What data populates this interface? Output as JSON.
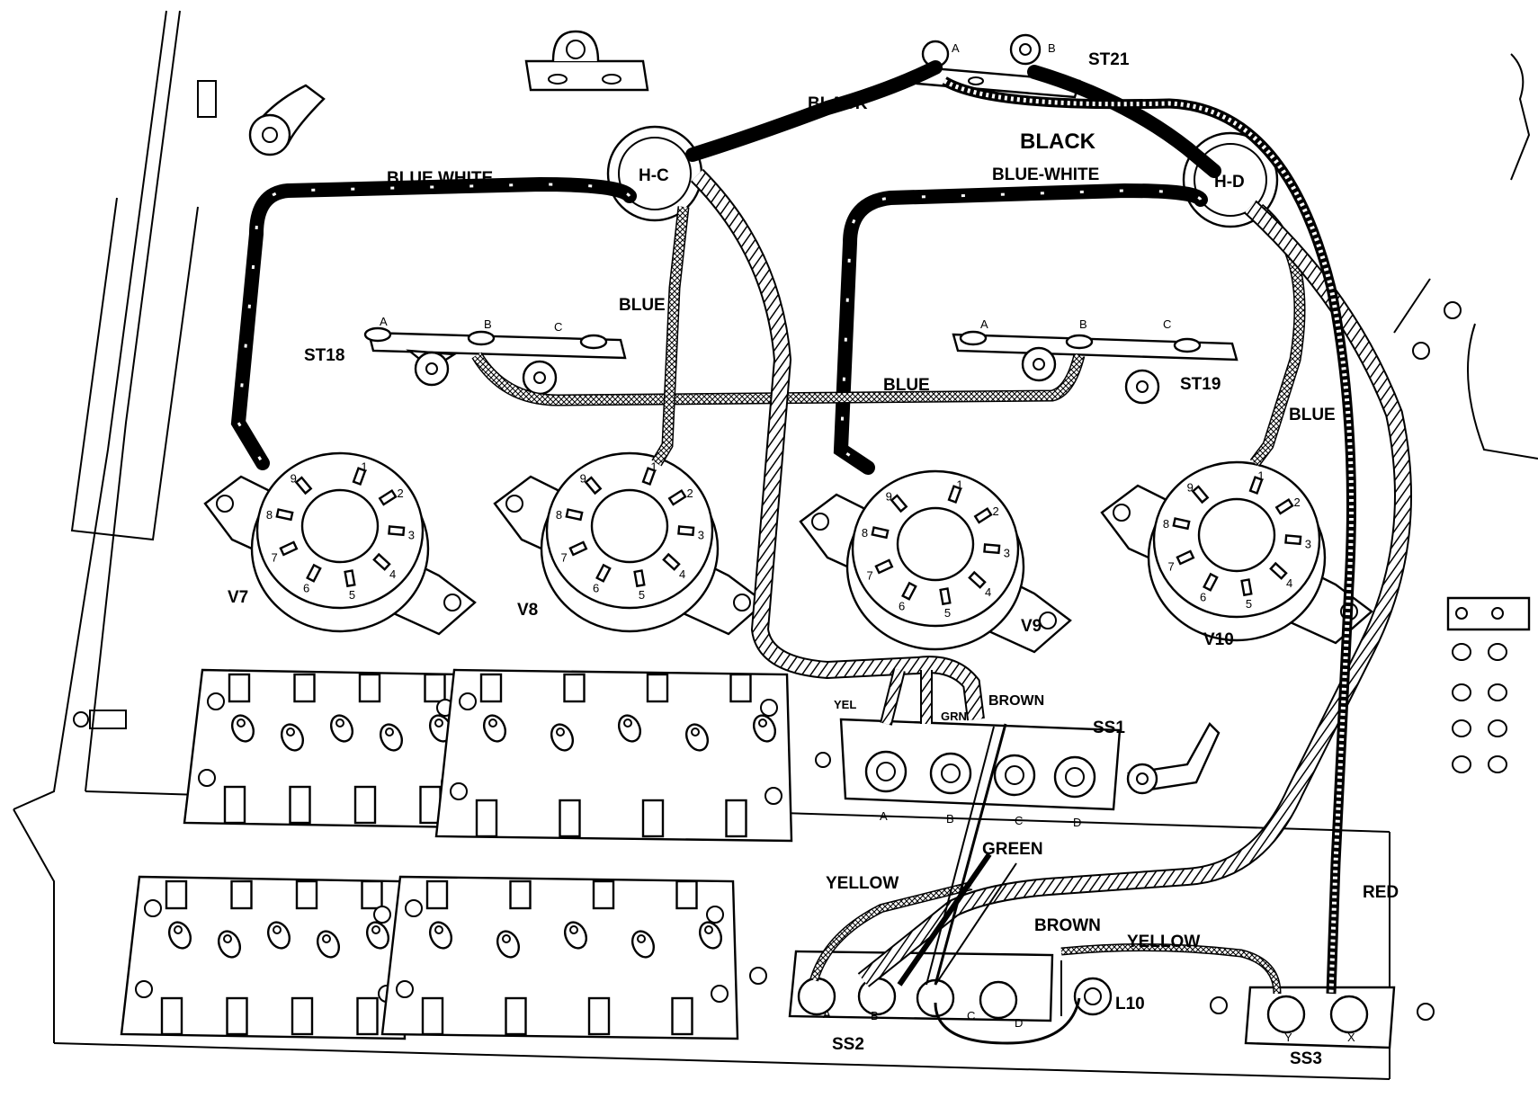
{
  "chart_data": null,
  "diagram": {
    "tube_sockets": [
      {
        "id": "V7",
        "pins": [
          "1",
          "2",
          "3",
          "4",
          "5",
          "6",
          "7",
          "8",
          "9"
        ]
      },
      {
        "id": "V8",
        "pins": [
          "1",
          "2",
          "3",
          "4",
          "5",
          "6",
          "7",
          "8",
          "9"
        ]
      },
      {
        "id": "V9",
        "pins": [
          "1",
          "2",
          "3",
          "4",
          "5",
          "6",
          "7",
          "8",
          "9"
        ]
      },
      {
        "id": "V10",
        "pins": [
          "1",
          "2",
          "3",
          "4",
          "5",
          "6",
          "7",
          "8",
          "9"
        ]
      }
    ],
    "terminal_strips": {
      "st18": {
        "name": "ST18",
        "lugs": [
          "A",
          "B",
          "C"
        ]
      },
      "st19": {
        "name": "ST19",
        "lugs": [
          "A",
          "B",
          "C"
        ]
      },
      "st21": {
        "name": "ST21",
        "lugs": [
          "A",
          "B"
        ]
      }
    },
    "holes": {
      "hc": "H-C",
      "hd": "H-D"
    },
    "switches": {
      "ss1": {
        "name": "SS1",
        "positions": [
          "A",
          "B",
          "C",
          "D"
        ]
      },
      "ss2": {
        "name": "SS2",
        "positions": [
          "A",
          "B",
          "C",
          "D"
        ]
      },
      "ss3": {
        "name": "SS3",
        "positions": [
          "Y",
          "X"
        ]
      }
    },
    "coil": "L10",
    "wire_labels": {
      "black_1": "BLACK",
      "black_2": "BLACK",
      "blue_white_1": "BLUE WHITE",
      "blue_white_2": "BLUE-WHITE",
      "blue_1": "BLUE",
      "blue_2": "BLUE",
      "blue_3": "BLUE",
      "yel": "YEL",
      "grn": "GRN",
      "brown_1": "BROWN",
      "green": "GREEN",
      "yellow_1": "YELLOW",
      "brown_2": "BROWN",
      "yellow_2": "YELLOW",
      "red": "RED"
    }
  }
}
